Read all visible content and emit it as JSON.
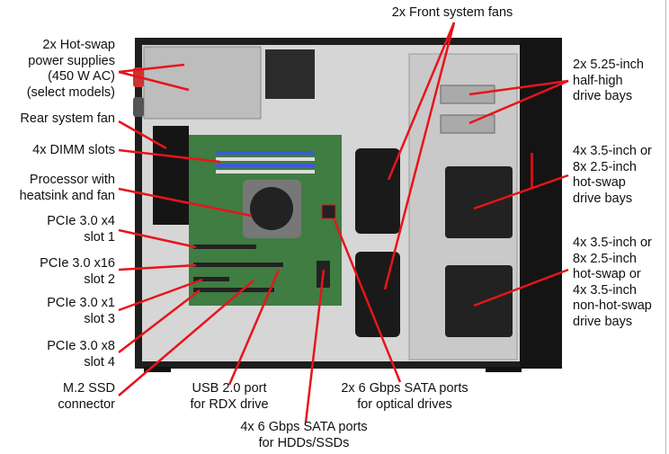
{
  "labels": {
    "front_fans": [
      "2x Front system fans"
    ],
    "psu": [
      "2x Hot-swap",
      "power supplies",
      "(450 W AC)",
      "(select models)"
    ],
    "rear_fan": [
      "Rear system fan"
    ],
    "dimm": [
      "4x DIMM slots"
    ],
    "processor": [
      "Processor with",
      "heatsink and fan"
    ],
    "pcie_x4": [
      "PCIe 3.0 x4",
      "slot 1"
    ],
    "pcie_x16": [
      "PCIe 3.0 x16",
      "slot 2"
    ],
    "pcie_x1": [
      "PCIe 3.0 x1",
      "slot 3"
    ],
    "pcie_x8": [
      "PCIe 3.0 x8",
      "slot 4"
    ],
    "m2": [
      "M.2 SSD",
      "connector"
    ],
    "usb": [
      "USB 2.0 port",
      "for RDX drive"
    ],
    "sata_optical": [
      "2x 6 Gbps SATA ports",
      "for optical drives"
    ],
    "sata_hdd": [
      "4x 6 Gbps SATA ports",
      "for HDDs/SSDs"
    ],
    "bays_525": [
      "2x 5.25-inch",
      "half-high",
      "drive bays"
    ],
    "bays_hotswap": [
      "4x 3.5-inch or",
      "8x 2.5-inch",
      "hot-swap",
      "drive bays"
    ],
    "bays_mixed": [
      "4x 3.5-inch or",
      "8x 2.5-inch",
      "hot-swap or",
      "4x 3.5-inch",
      "non-hot-swap",
      "drive bays"
    ]
  },
  "colors": {
    "callout": "#e8141b",
    "chassis": "#2a2a2a",
    "board": "#3a7a3a",
    "metal": "#cfcfcf"
  }
}
